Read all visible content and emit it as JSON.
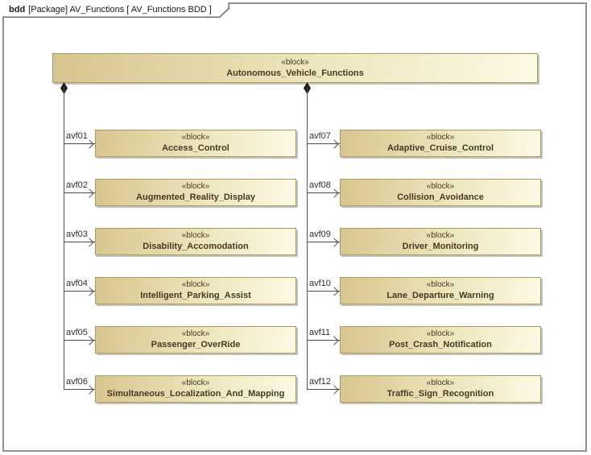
{
  "header": {
    "keyword": "bdd",
    "title": "[Package] AV_Functions [ AV_Functions BDD ]"
  },
  "stereotype": "«block»",
  "root_block": {
    "name": "Autonomous_Vehicle_Functions"
  },
  "relations": {
    "left": [
      {
        "id": "avf01",
        "name": "Access_Control"
      },
      {
        "id": "avf02",
        "name": "Augmented_Reality_Display"
      },
      {
        "id": "avf03",
        "name": "Disability_Accomodation"
      },
      {
        "id": "avf04",
        "name": "Intelligent_Parking_Assist"
      },
      {
        "id": "avf05",
        "name": "Passenger_OverRide"
      },
      {
        "id": "avf06",
        "name": "Simultaneous_Localization_And_Mapping"
      }
    ],
    "right": [
      {
        "id": "avf07",
        "name": "Adaptive_Cruise_Control"
      },
      {
        "id": "avf08",
        "name": "Collision_Avoidance"
      },
      {
        "id": "avf09",
        "name": "Driver_Monitoring"
      },
      {
        "id": "avf10",
        "name": "Lane_Departure_Warning"
      },
      {
        "id": "avf11",
        "name": "Post_Crash_Notification"
      },
      {
        "id": "avf12",
        "name": "Traffic_Sign_Recognition"
      }
    ]
  },
  "colors": {
    "block_fill_start": "#d7c58f",
    "block_fill_end": "#fdfae6",
    "block_border": "#ab9a62",
    "block_text": "#463a23",
    "connector_line": "#4d4d4d",
    "frame_border": "#8f8f8f"
  }
}
